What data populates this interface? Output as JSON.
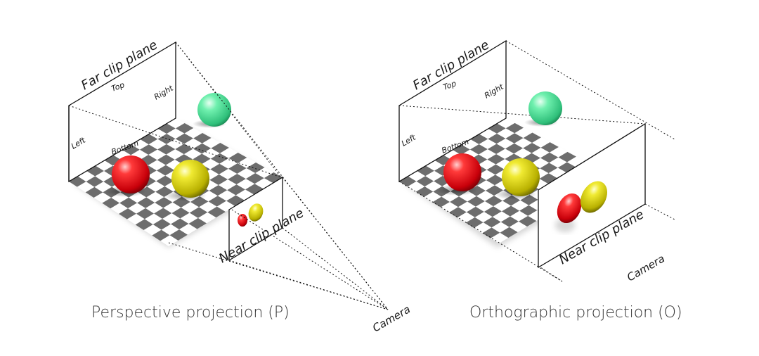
{
  "perspective": {
    "caption": "Perspective projection (P)",
    "far_plane": "Far clip plane",
    "near_plane": "Near clip plane",
    "top": "Top",
    "right": "Right",
    "left": "Left",
    "bottom": "Bottom",
    "camera": "Camera"
  },
  "orthographic": {
    "caption": "Orthographic projection (O)",
    "far_plane": "Far clip plane",
    "near_plane": "Near clip plane",
    "top": "Top",
    "right": "Right",
    "left": "Left",
    "bottom": "Bottom",
    "camera": "Camera"
  },
  "colors": {
    "red_sphere": "#e8141c",
    "yellow_sphere": "#d9d21a",
    "green_sphere": "#5fe3a1",
    "checker_dark": "#6d6d6d",
    "checker_light": "#ffffff"
  }
}
